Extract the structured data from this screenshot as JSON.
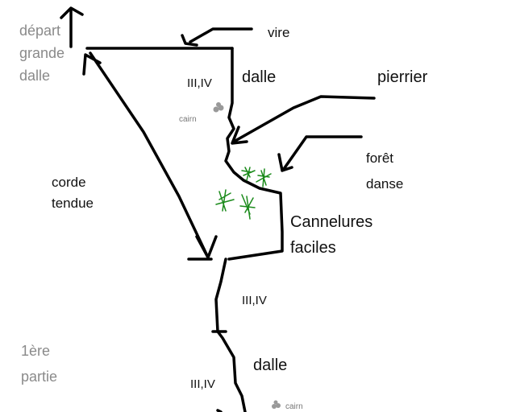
{
  "labels": {
    "depart_grande_dalle": [
      "départ",
      "grande",
      "dalle"
    ],
    "vire": "vire",
    "dalle_top": "dalle",
    "pierrier": "pierrier",
    "grade_top": "III,IV",
    "cairn_top": "cairn",
    "foret_danse": [
      "forêt",
      "danse"
    ],
    "corde_tendue": [
      "corde",
      "tendue"
    ],
    "cannelures_faciles": [
      "Cannelures",
      "faciles"
    ],
    "grade_mid": "III,IV",
    "premiere_partie": [
      "1ère",
      "partie"
    ],
    "dalle_bottom": "dalle",
    "grade_bottom": "III,IV",
    "cairn_bottom": "cairn"
  },
  "colors": {
    "ink": "#000000",
    "vegetation": "#1a8a1a",
    "muted_text": "#8a8a8a",
    "cairn": "#999999"
  }
}
